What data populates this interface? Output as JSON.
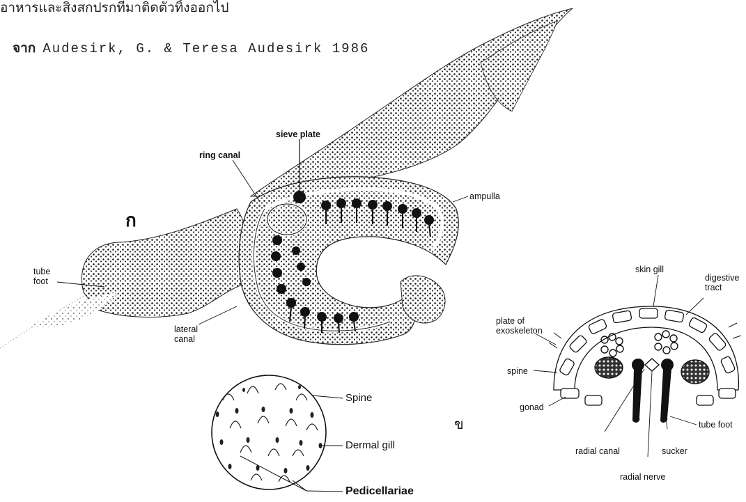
{
  "caption": "อาหารและสิ่งสกปรกที่มาติดตัวทิ้งออกไป",
  "citation": {
    "prefix": "จาก",
    "text": "Audesirk, G. & Teresa Audesirk 1986"
  },
  "figure_a": {
    "letter": "ก",
    "labels": {
      "sieve_plate": "sieve plate",
      "ring_canal": "ring canal",
      "ampulla": "ampulla",
      "tube_foot": "tube foot",
      "lateral_canal": "lateral canal"
    }
  },
  "figure_b": {
    "letter": "ข",
    "labels": {
      "skin_gill": "skin gill",
      "digestive_tract": "digestive tract",
      "plate_of_exoskeleton": "plate of exoskeleton",
      "spine": "spine",
      "gonad": "gonad",
      "tube_foot": "tube foot",
      "radial_canal": "radial canal",
      "sucker": "sucker",
      "radial_nerve": "radial nerve"
    }
  },
  "skin_detail": {
    "labels": {
      "spine": "Spine",
      "dermal_gill": "Dermal gill",
      "pedicellariae": "Pedicellariae"
    }
  }
}
